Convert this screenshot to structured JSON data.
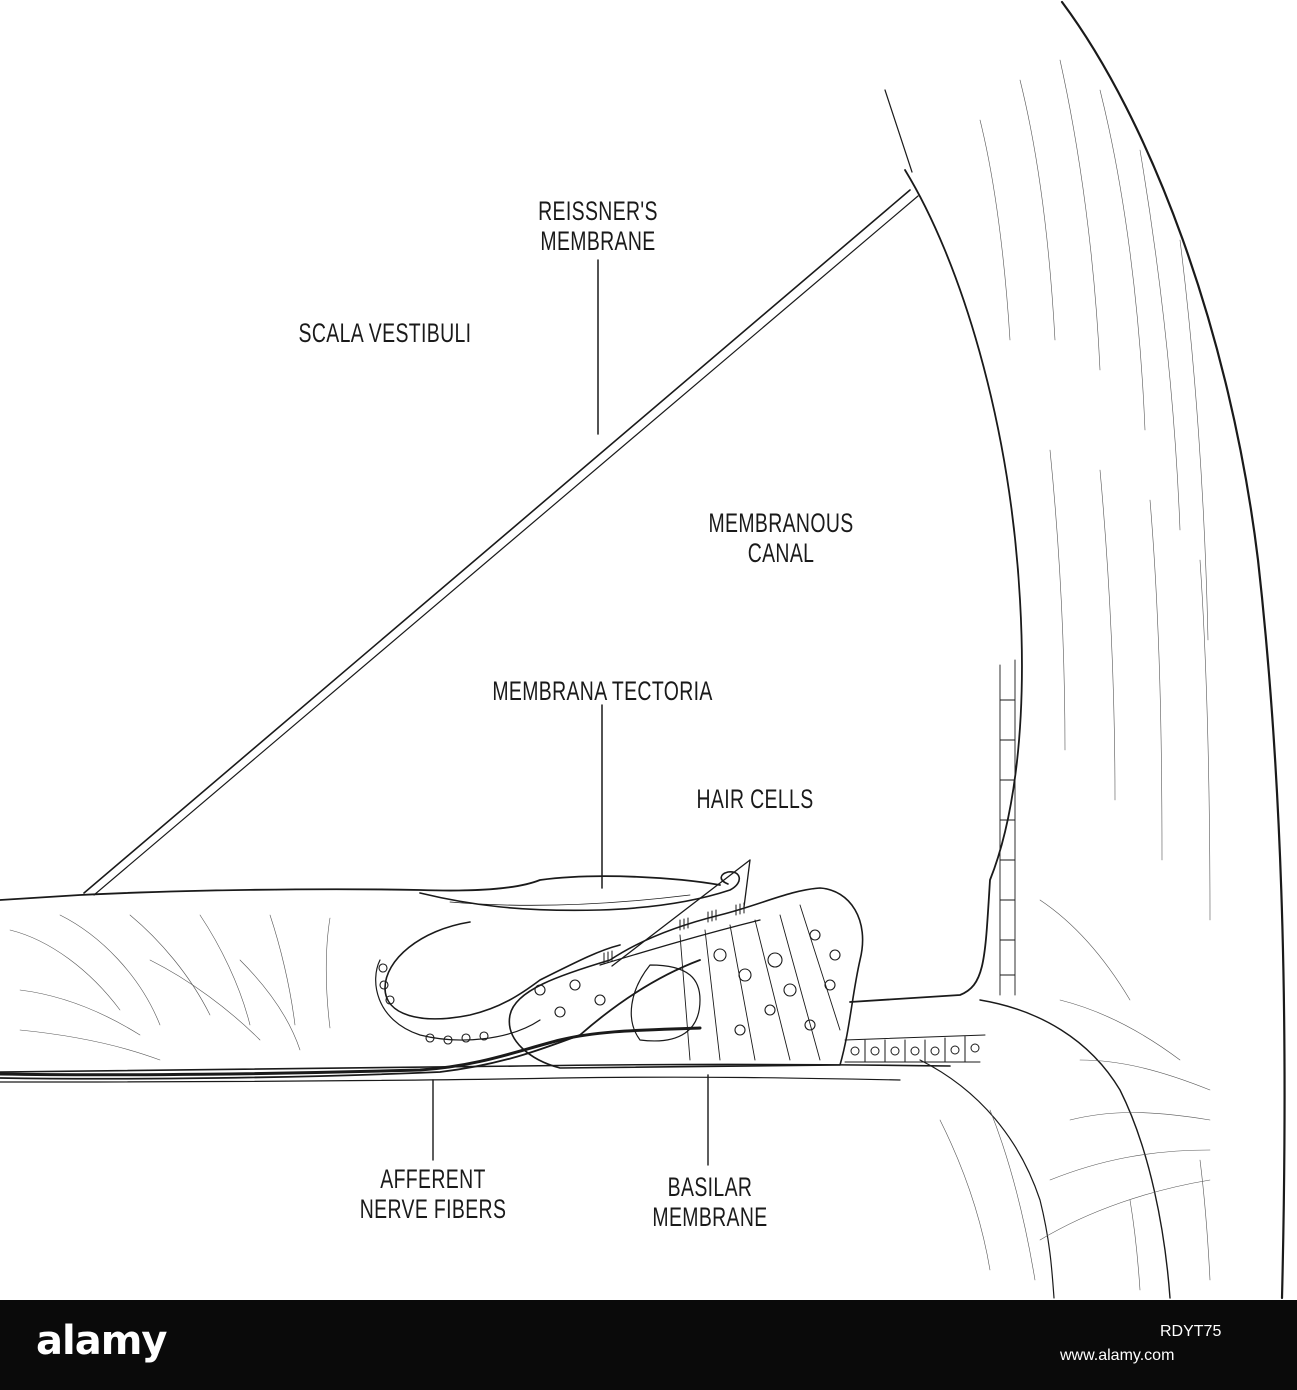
{
  "diagram": {
    "labels": {
      "reissners_membrane": "REISSNER'S\nMEMBRANE",
      "scala_vestibuli": "SCALA VESTIBULI",
      "membranous_canal": "MEMBRANOUS\nCANAL",
      "membrana_tectoria": "MEMBRANA TECTORIA",
      "hair_cells": "HAIR CELLS",
      "afferent_nerve_fibers": "AFFERENT\nNERVE FIBERS",
      "basilar_membrane": "BASILAR\nMEMBRANE"
    }
  },
  "watermark": {
    "logo": "alamy",
    "image_id": "RDYT75",
    "url": "www.alamy.com"
  },
  "colors": {
    "ink": "#1a1a1a",
    "background": "#ffffff",
    "footer": "#0a0a0a"
  }
}
